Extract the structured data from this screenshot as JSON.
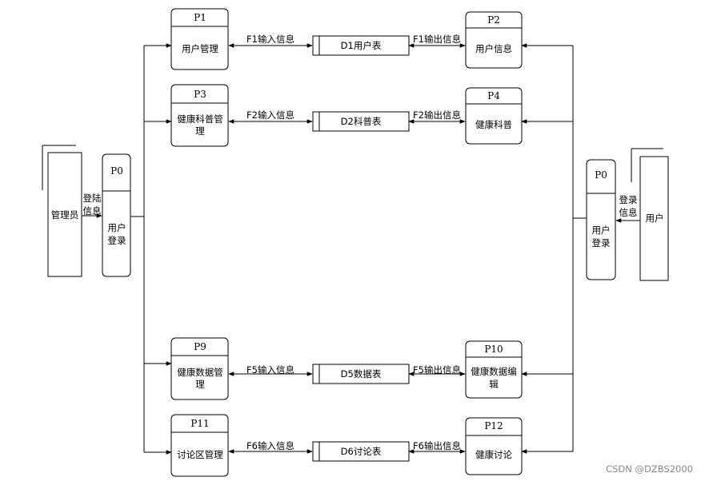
{
  "admin": {
    "entity": "管理员",
    "login_flow": [
      "登陆",
      "信息"
    ]
  },
  "user": {
    "entity": "用户",
    "login_flow": [
      "登录",
      "信息"
    ]
  },
  "left_login": {
    "id": "P0",
    "name": [
      "用户",
      "登录"
    ]
  },
  "right_login": {
    "id": "P0",
    "name": [
      "用户",
      "登录"
    ]
  },
  "rows": [
    {
      "left": {
        "id": "P1",
        "name": [
          "用户管理"
        ]
      },
      "in_flow": "F1输入信息",
      "store": "D1用户表",
      "out_flow": "F1输出信息",
      "right": {
        "id": "P2",
        "name": [
          "用户信息"
        ]
      }
    },
    {
      "left": {
        "id": "P3",
        "name": [
          "健康科普管",
          "理"
        ]
      },
      "in_flow": "F2输入信息",
      "store": "D2科普表",
      "out_flow": "F2输出信息",
      "right": {
        "id": "P4",
        "name": [
          "健康科普"
        ]
      }
    },
    {
      "left": {
        "id": "P9",
        "name": [
          "健康数据管",
          "理"
        ]
      },
      "in_flow": "F5输入信息",
      "store": "D5数据表",
      "out_flow": "F5输出信息",
      "right": {
        "id": "P10",
        "name": [
          "健康数据编",
          "辑"
        ]
      }
    },
    {
      "left": {
        "id": "P11",
        "name": [
          "讨论区管理"
        ]
      },
      "in_flow": "F6输入信息",
      "store": "D6讨论表",
      "out_flow": "F6输出信息",
      "right": {
        "id": "P12",
        "name": [
          "健康讨论"
        ]
      }
    }
  ],
  "watermark": "CSDN @DZBS2000"
}
